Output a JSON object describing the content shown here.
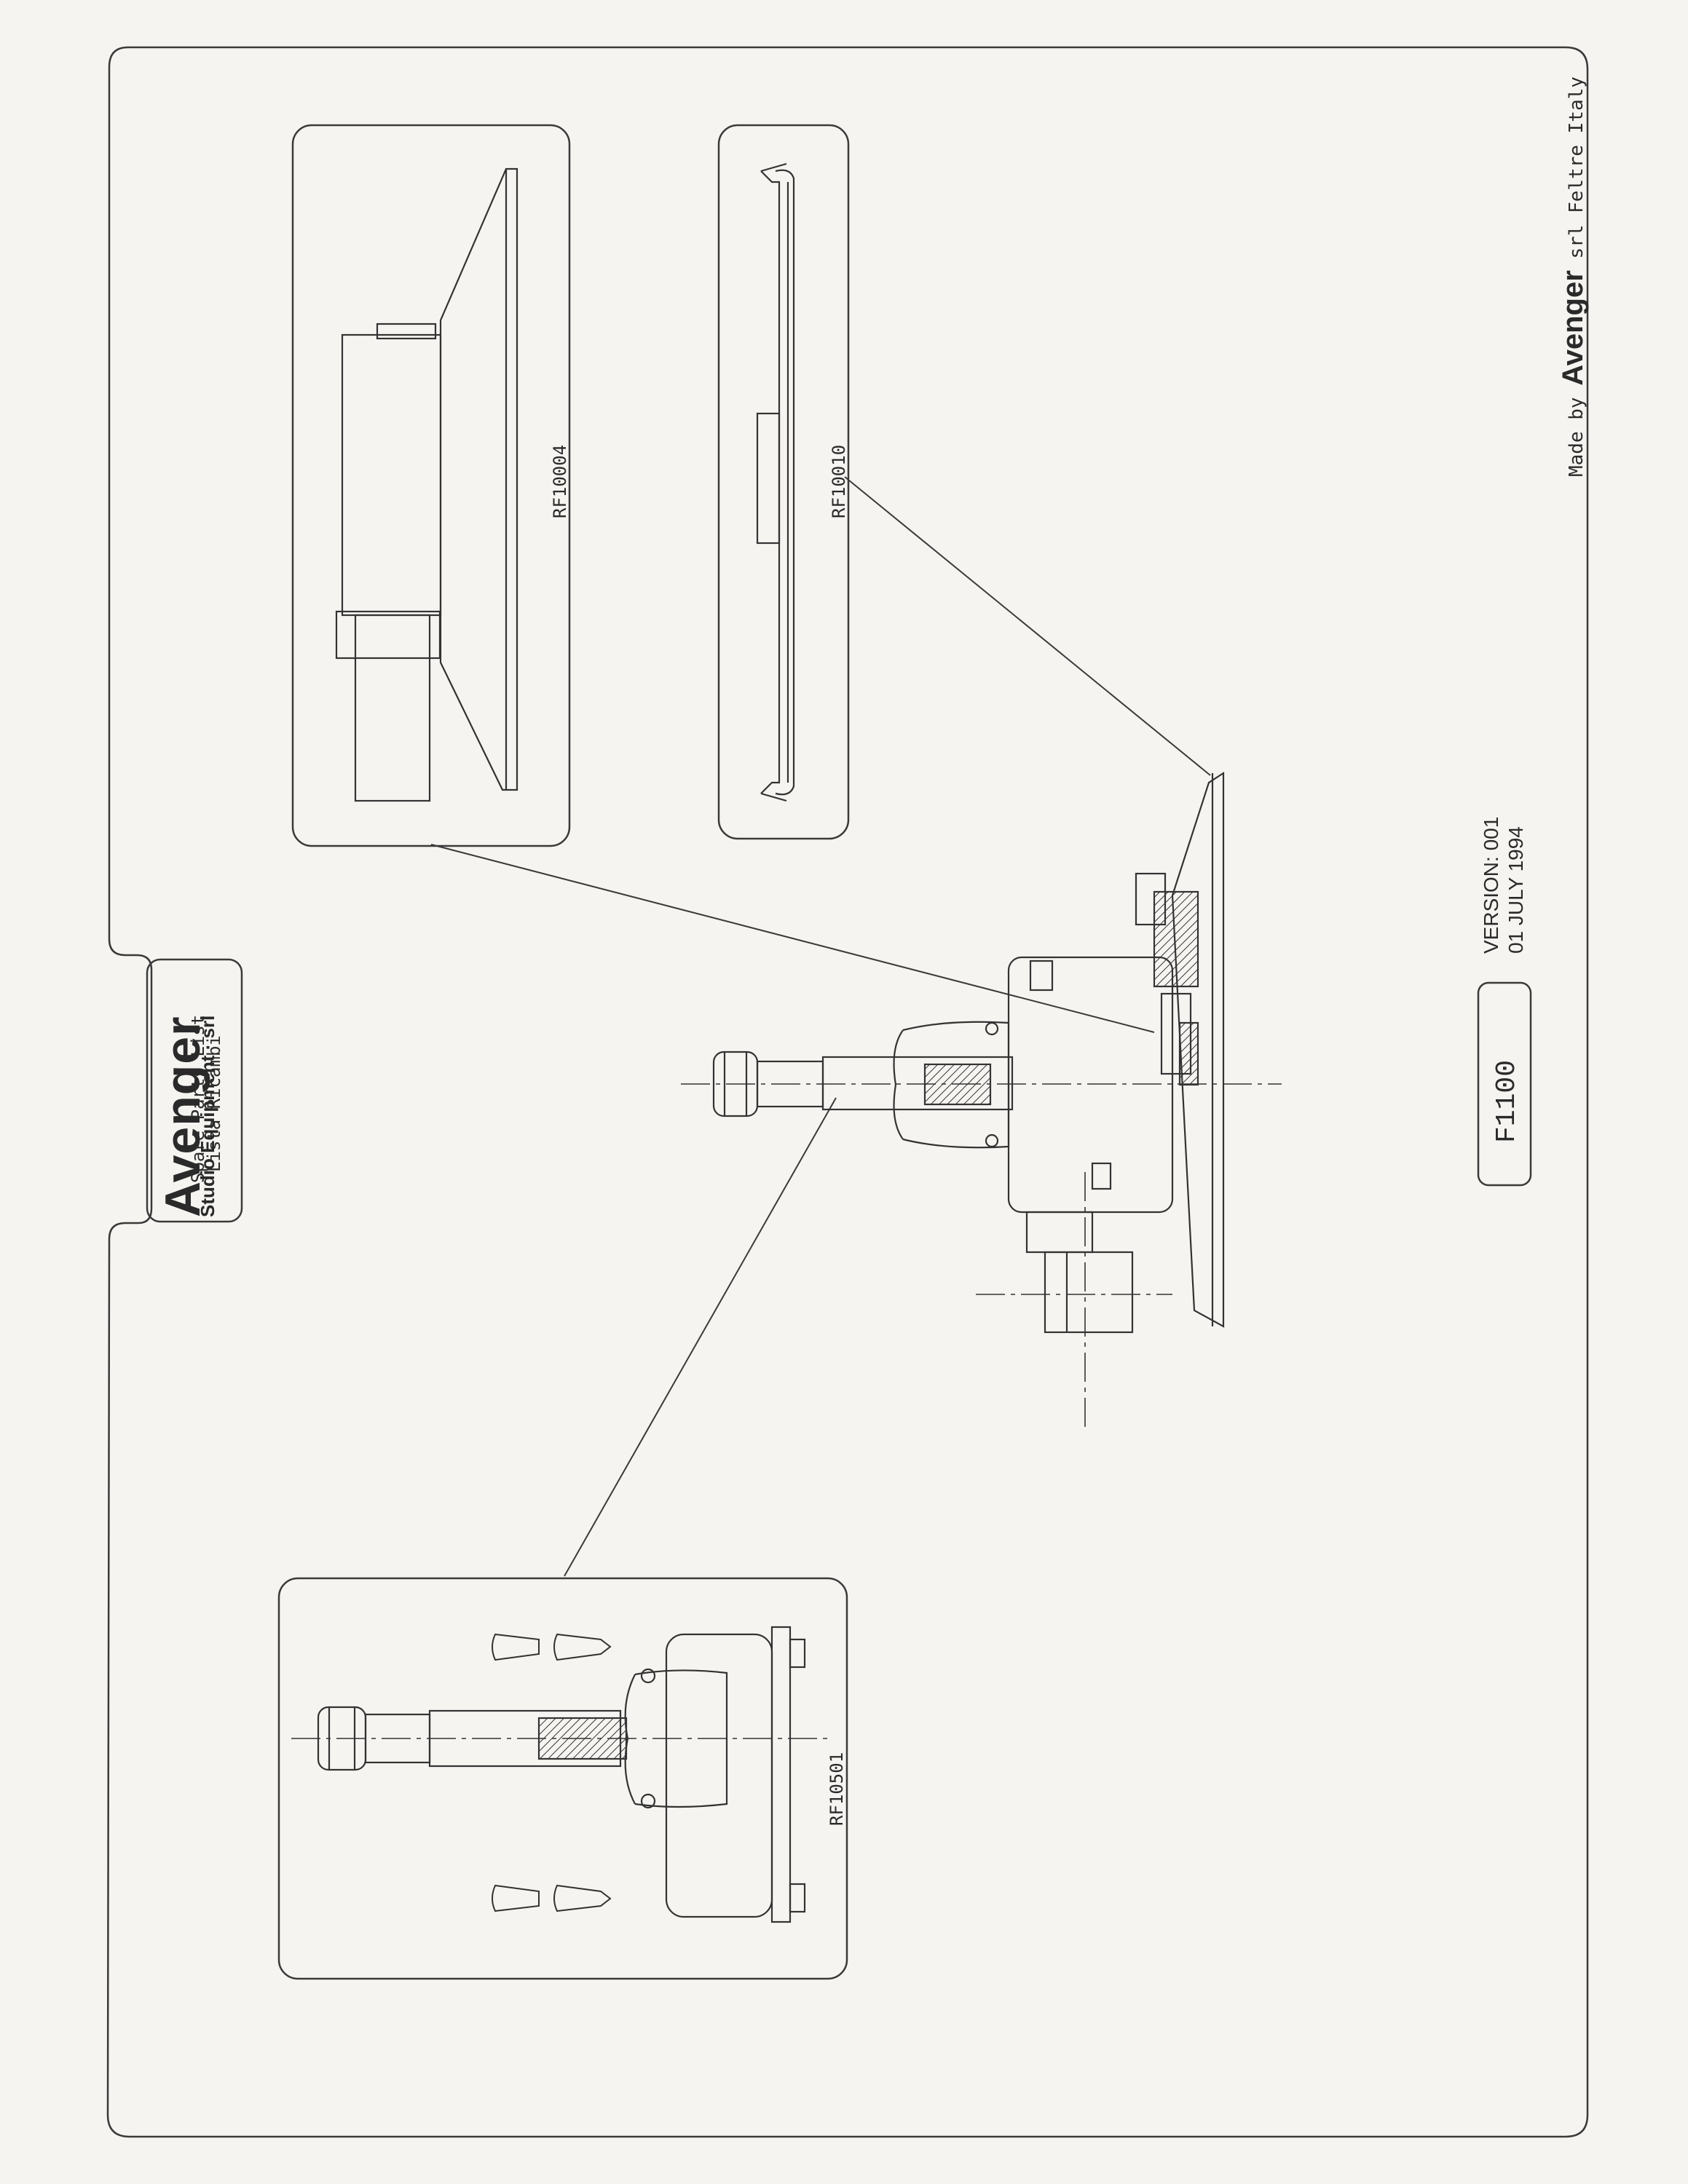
{
  "logo": {
    "brand": "Avenger",
    "company": "Studio Equipment · srl",
    "subtitle_en": "Spare Parts List",
    "subtitle_it": "Lista Ricambi"
  },
  "parts": [
    {
      "code": "RF10004",
      "name": "part-rf10004"
    },
    {
      "code": "RF10010",
      "name": "part-rf10010"
    },
    {
      "code": "RF10501",
      "name": "part-rf10501"
    }
  ],
  "model": "F1100",
  "version": "VERSION: 001",
  "date": "01 JULY 1994",
  "footer": {
    "made_by": "Made by",
    "brand": "Avenger",
    "suffix": "srl  Feltre Italy"
  }
}
